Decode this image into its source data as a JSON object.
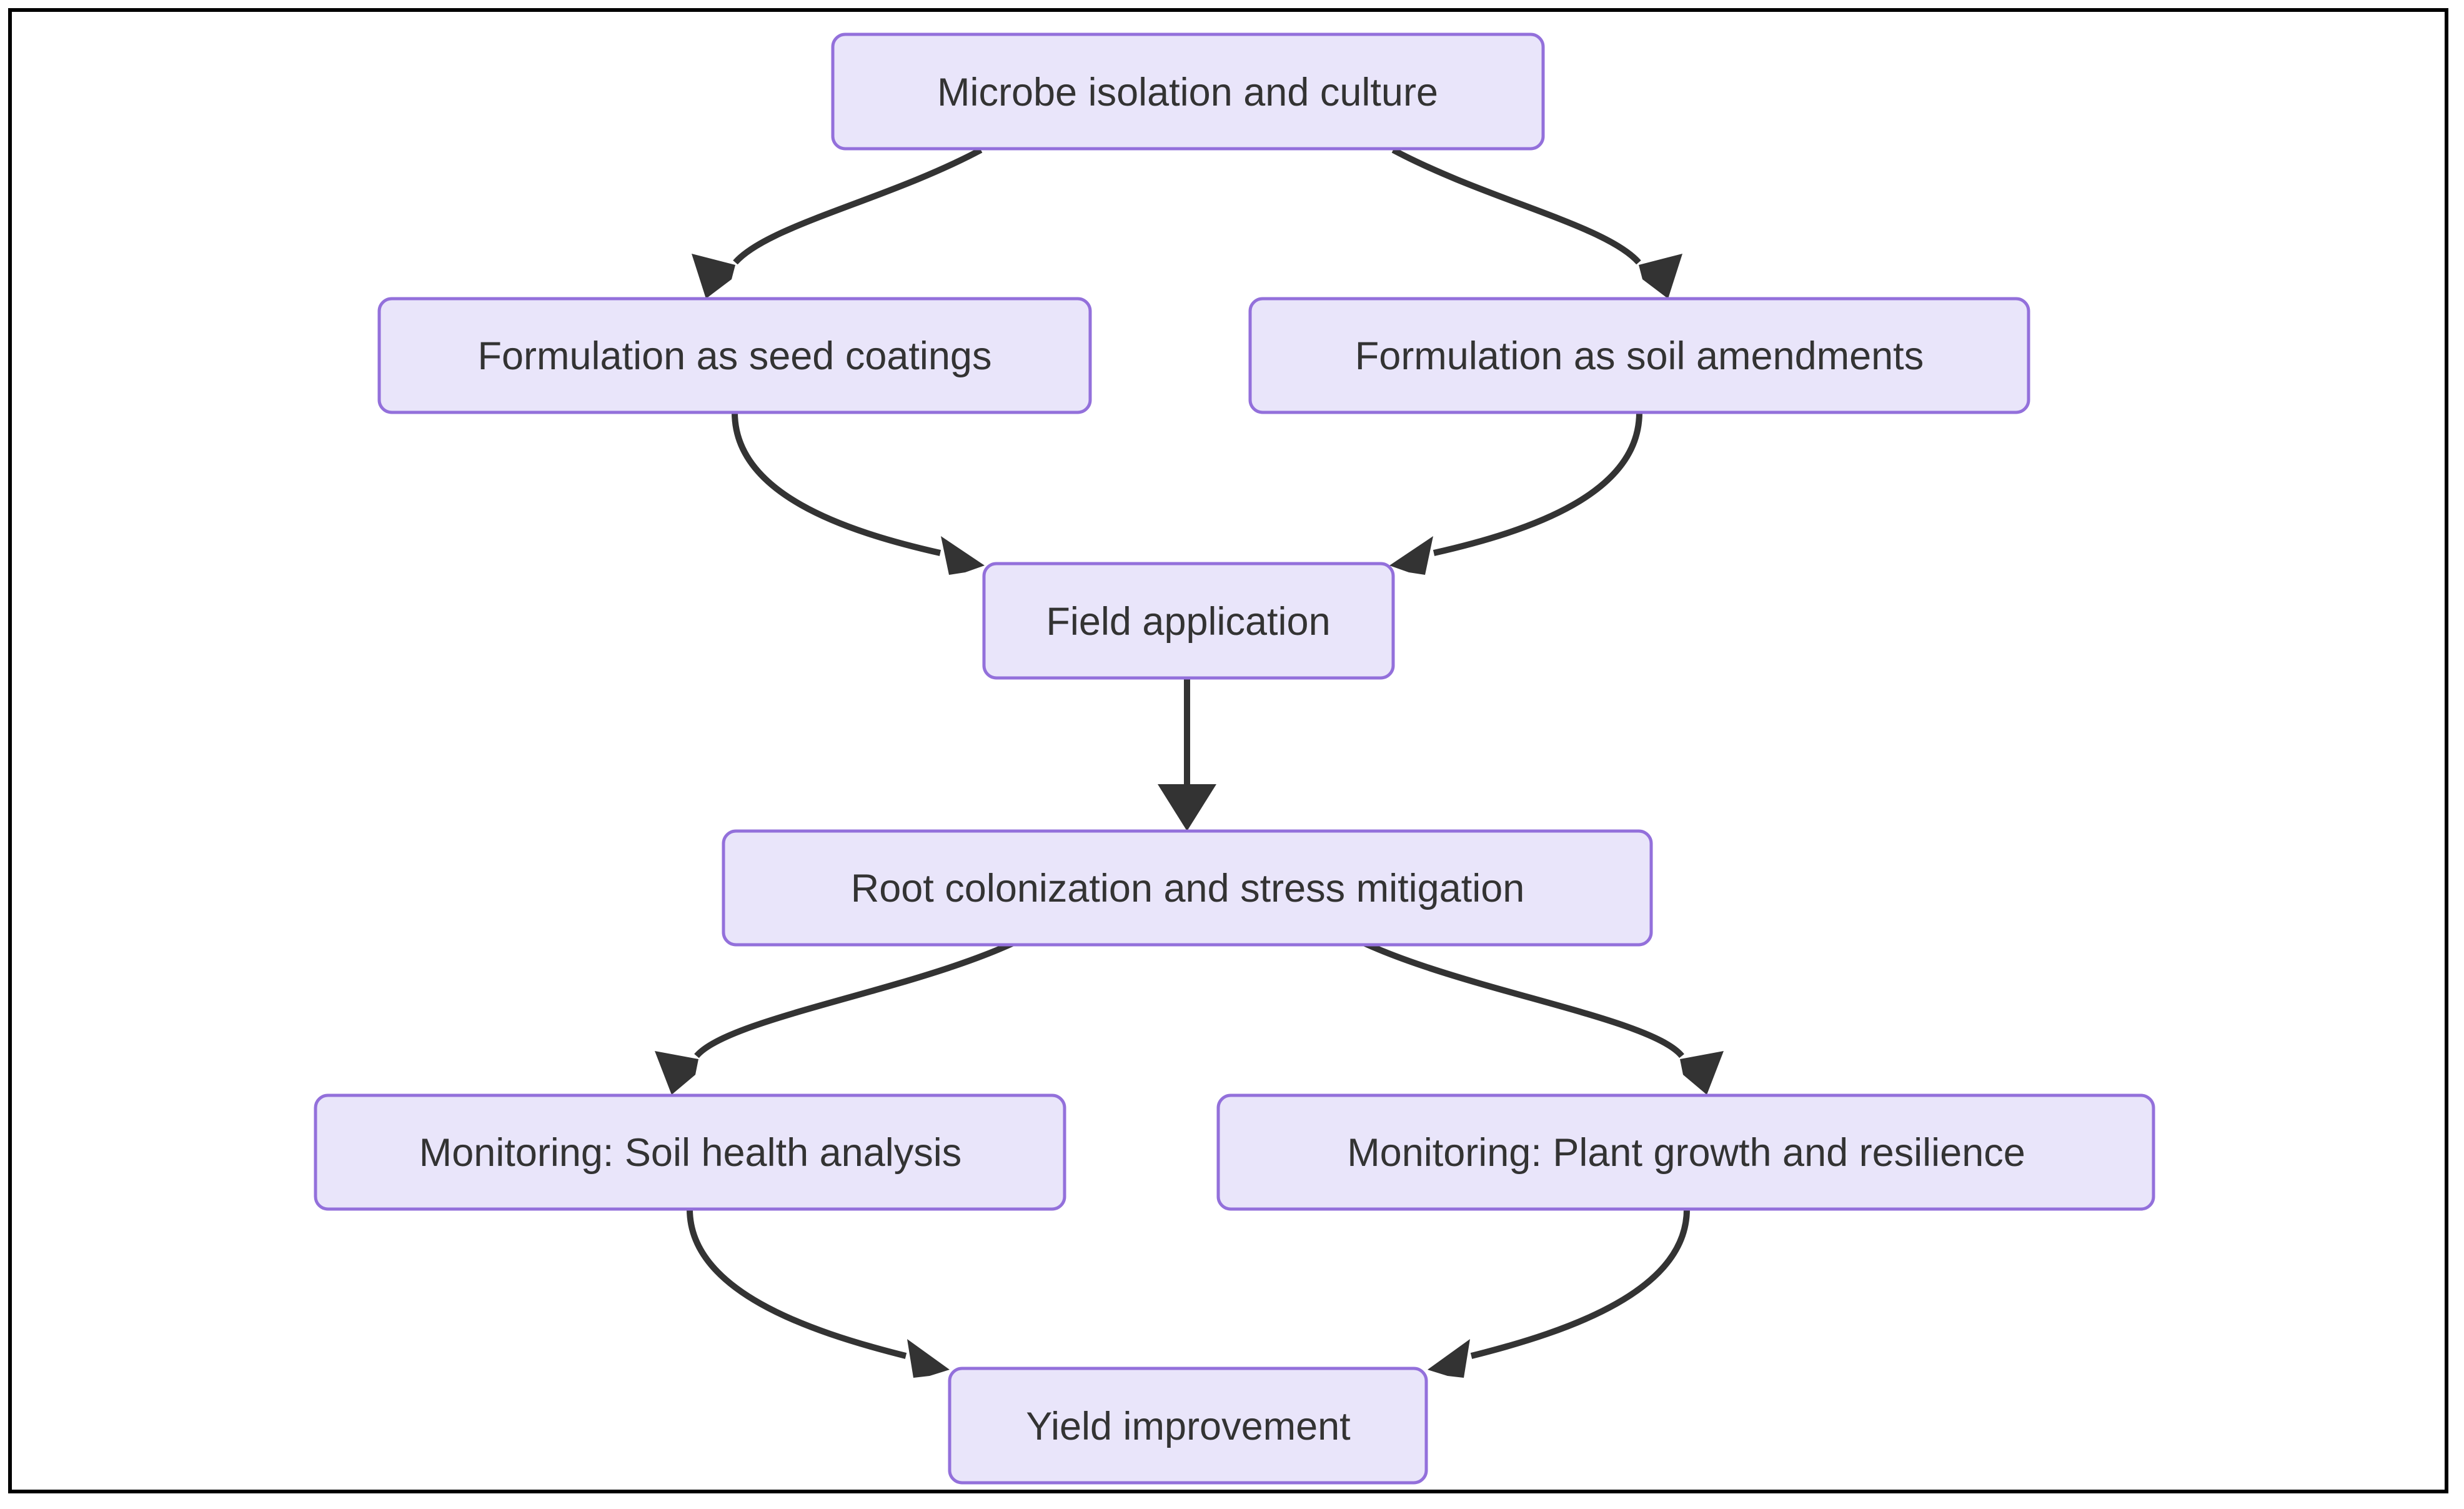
{
  "diagram": {
    "title": "Microbial biofertilizer workflow flowchart",
    "orientation": "top-down",
    "background_color": "#ffffff",
    "border_color": "#000000",
    "node_fill_color": "#e9e5fa",
    "node_border_color": "#9370db",
    "node_text_color": "#333333",
    "edge_color": "#333333",
    "nodes": [
      {
        "id": "n1",
        "label": "Microbe isolation and culture"
      },
      {
        "id": "n2",
        "label": "Formulation as seed coatings"
      },
      {
        "id": "n3",
        "label": "Formulation as soil amendments"
      },
      {
        "id": "n4",
        "label": "Field application"
      },
      {
        "id": "n5",
        "label": "Root colonization and stress mitigation"
      },
      {
        "id": "n6",
        "label": "Monitoring: Soil health analysis"
      },
      {
        "id": "n7",
        "label": "Monitoring: Plant growth and resilience"
      },
      {
        "id": "n8",
        "label": "Yield improvement"
      }
    ],
    "edges": [
      {
        "from": "n1",
        "to": "n2",
        "style": "curved-arrow"
      },
      {
        "from": "n1",
        "to": "n3",
        "style": "curved-arrow"
      },
      {
        "from": "n2",
        "to": "n4",
        "style": "curved-arrow"
      },
      {
        "from": "n3",
        "to": "n4",
        "style": "curved-arrow"
      },
      {
        "from": "n4",
        "to": "n5",
        "style": "straight-arrow"
      },
      {
        "from": "n5",
        "to": "n6",
        "style": "curved-arrow"
      },
      {
        "from": "n5",
        "to": "n7",
        "style": "curved-arrow"
      },
      {
        "from": "n6",
        "to": "n8",
        "style": "curved-arrow"
      },
      {
        "from": "n7",
        "to": "n8",
        "style": "curved-arrow"
      }
    ]
  }
}
